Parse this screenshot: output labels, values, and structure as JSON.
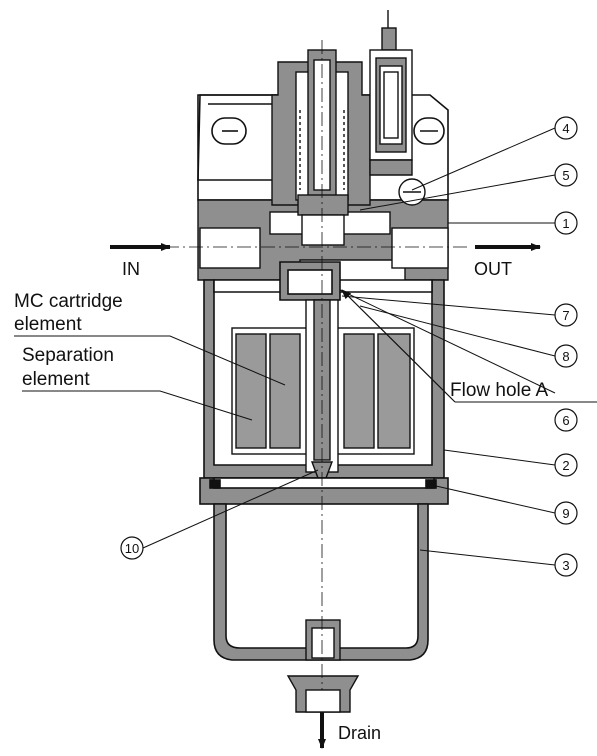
{
  "labels": {
    "in": "IN",
    "out": "OUT",
    "mc_cartridge": "MC cartridge",
    "mc_element": "element",
    "separation": "Separation",
    "separation_element": "element",
    "flow_hole": "Flow hole A",
    "drain": "Drain"
  },
  "callouts": [
    "4",
    "5",
    "1",
    "7",
    "8",
    "6",
    "2",
    "9",
    "10",
    "3"
  ],
  "colors": {
    "body_fill": "#8f8f8f",
    "element_fill": "#9a9a9a",
    "outline": "#111111",
    "background": "#ffffff"
  }
}
